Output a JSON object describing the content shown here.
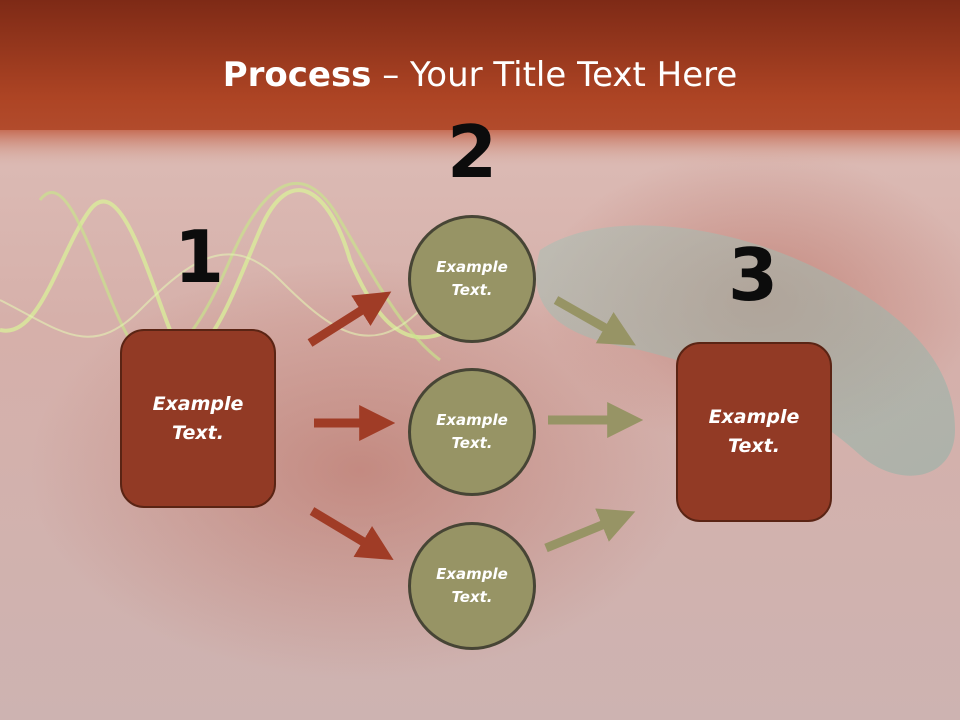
{
  "slide": {
    "title_bold": "Process",
    "title_rest": " – Your Title Text Here"
  },
  "steps": {
    "step1": {
      "number": "1",
      "text": "Example\nText."
    },
    "step2": {
      "number": "2",
      "circles": [
        {
          "text": "Example\nText."
        },
        {
          "text": "Example\nText."
        },
        {
          "text": "Example\nText."
        }
      ]
    },
    "step3": {
      "number": "3",
      "text": "Example\nText."
    }
  },
  "colors": {
    "header_band": "#a23a1e",
    "box_fill": "#923a25",
    "circle_fill": "#979465",
    "arrow_red": "#a03c26",
    "arrow_olive": "#979465"
  }
}
